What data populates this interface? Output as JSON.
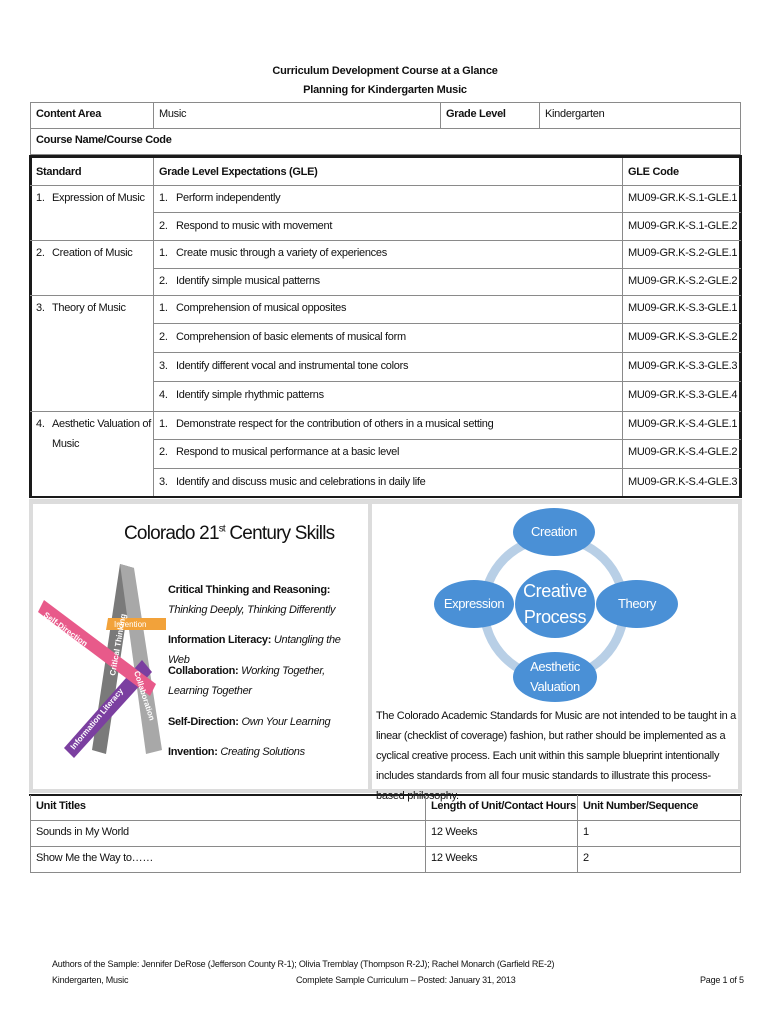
{
  "header": {
    "title_line1": "Curriculum Development Course at a Glance",
    "title_line2": "Planning for Kindergarten Music"
  },
  "info": {
    "content_area_label": "Content Area",
    "content_area_value": "Music",
    "grade_level_label": "Grade Level",
    "grade_level_value": "Kindergarten",
    "course_name_label": "Course Name/Course Code"
  },
  "standards": {
    "col_standard": "Standard",
    "col_gle": "Grade Level Expectations (GLE)",
    "col_code": "GLE Code",
    "groups": [
      {
        "standard_num": "1.",
        "standard": "Expression of Music",
        "standard_line2": "",
        "items": [
          {
            "num": "1.",
            "text": "Perform independently",
            "code": "MU09-GR.K-S.1-GLE.1"
          },
          {
            "num": "2.",
            "text": "Respond to music with movement",
            "code": "MU09-GR.K-S.1-GLE.2"
          }
        ]
      },
      {
        "standard_num": "2.",
        "standard": "Creation of Music",
        "standard_line2": "",
        "items": [
          {
            "num": "1.",
            "text": "Create music through a variety of experiences",
            "code": "MU09-GR.K-S.2-GLE.1"
          },
          {
            "num": "2.",
            "text": "Identify simple musical patterns",
            "code": "MU09-GR.K-S.2-GLE.2"
          }
        ]
      },
      {
        "standard_num": "3.",
        "standard": "Theory of Music",
        "standard_line2": "",
        "items": [
          {
            "num": "1.",
            "text": "Comprehension of  musical opposites",
            "code": "MU09-GR.K-S.3-GLE.1"
          },
          {
            "num": "2.",
            "text": "Comprehension of  basic elements of musical form",
            "code": "MU09-GR.K-S.3-GLE.2"
          },
          {
            "num": "3.",
            "text": "Identify different vocal and instrumental tone colors",
            "code": "MU09-GR.K-S.3-GLE.3"
          },
          {
            "num": "4.",
            "text": "Identify simple rhythmic patterns",
            "code": "MU09-GR.K-S.3-GLE.4"
          }
        ]
      },
      {
        "standard_num": "4.",
        "standard": "Aesthetic Valuation of",
        "standard_line2": "Music",
        "items": [
          {
            "num": "1.",
            "text": "Demonstrate respect for the contribution of others in a musical setting",
            "code": "MU09-GR.K-S.4-GLE.1"
          },
          {
            "num": "2.",
            "text": "Respond to musical performance at a basic level",
            "code": "MU09-GR.K-S.4-GLE.2"
          },
          {
            "num": "3.",
            "text": "Identify and discuss music and celebrations in daily life",
            "code": "MU09-GR.K-S.4-GLE.3"
          }
        ]
      }
    ]
  },
  "skills": {
    "title_main": "Colorado 21",
    "title_sup": "st",
    "title_rest": " Century Skills",
    "star_labels": [
      "Critical Thinking",
      "Self-Direction",
      "Invention",
      "Information Literacy",
      "Collaboration"
    ],
    "items": [
      {
        "label": "Critical Thinking and Reasoning:",
        "desc": "Thinking Deeply, Thinking Differently"
      },
      {
        "label": "Information Literacy:",
        "desc": "Untangling the Web"
      },
      {
        "label": "Collaboration:",
        "desc": "Working Together, Learning Together"
      },
      {
        "label": "Self-Direction:",
        "desc": "Own Your Learning"
      },
      {
        "label": "Invention:",
        "desc": "Creating Solutions"
      }
    ]
  },
  "process": {
    "creation": "Creation",
    "expression": "Expression",
    "theory": "Theory",
    "center_line1": "Creative",
    "center_line2": "Process",
    "aesthetic_line1": "Aesthetic",
    "aesthetic_line2": "Valuation",
    "note": "The Colorado Academic Standards for Music are not intended to be taught in a linear (checklist of coverage) fashion, but rather should be implemented as a cyclical creative process. Each unit within this sample blueprint intentionally includes standards from all four music standards to illustrate this process-based philosophy.",
    "colors": {
      "node": "#4a90d6",
      "ring": "#b8cfe6"
    }
  },
  "units": {
    "col_titles": "Unit Titles",
    "col_length": "Length of Unit/Contact Hours",
    "col_number": "Unit Number/Sequence",
    "rows": [
      {
        "title": "Sounds in My World",
        "length": "12 Weeks",
        "number": "1"
      },
      {
        "title": "Show Me the Way to……",
        "length": "12 Weeks",
        "number": "2"
      }
    ]
  },
  "footer": {
    "authors": "Authors of the Sample: Jennifer DeRose (Jefferson County R-1); Olivia Tremblay (Thompson R-2J); Rachel Monarch (Garfield RE-2)",
    "left": "Kindergarten, Music",
    "center": "Complete Sample Curriculum – Posted: January 31, 2013",
    "right": "Page 1 of 5"
  }
}
